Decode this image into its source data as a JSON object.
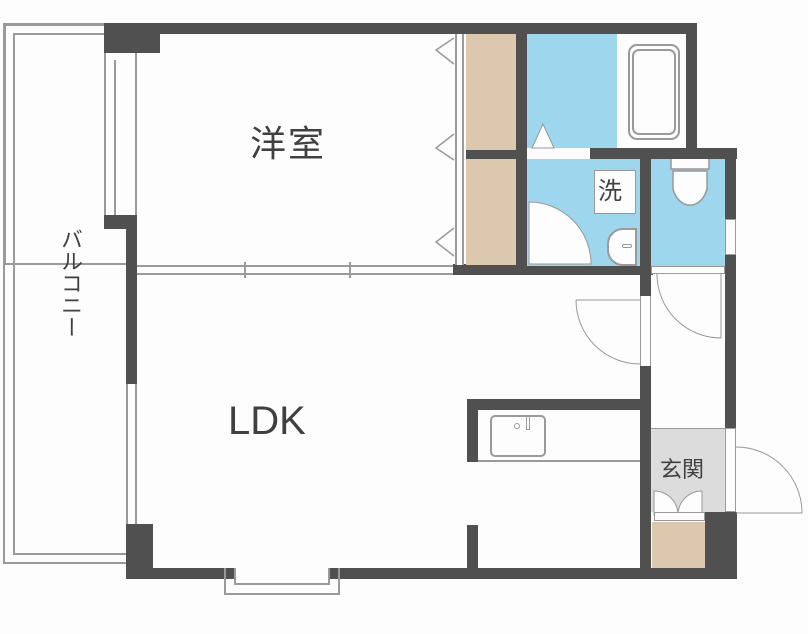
{
  "floorplan": {
    "rooms": {
      "western_room": "洋室",
      "ldk": "LDK",
      "balcony": "バルコニー",
      "washroom": "洗",
      "entrance": "玄関"
    },
    "colors": {
      "wall": "#505050",
      "wet_area": "#9ed6ee",
      "storage": "#dcc7af",
      "entrance": "#dcdcdc"
    }
  }
}
